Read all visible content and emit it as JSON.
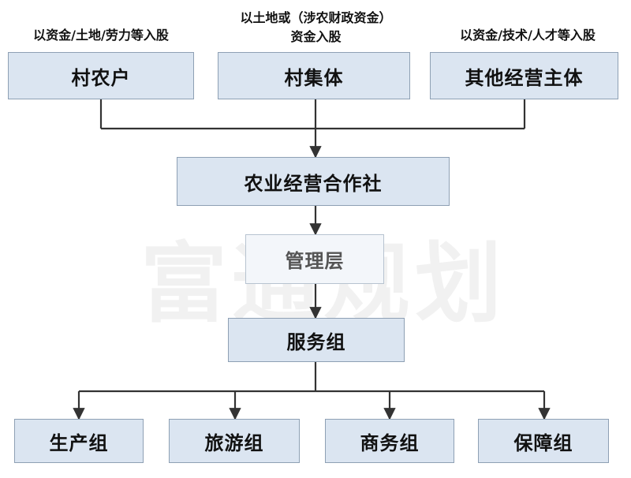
{
  "notes": {
    "farmers": "以资金/土地/劳力等入股",
    "collective_line1": "以土地或（涉农财政资金）",
    "collective_line2": "资金入股",
    "others": "以资金/技术/人才等入股"
  },
  "boxes": {
    "farmers": "村农户",
    "collective": "村集体",
    "others": "其他经营主体",
    "cooperative": "农业经营合作社",
    "management": "管理层",
    "service": "服务组",
    "production": "生产组",
    "tourism": "旅游组",
    "business": "商务组",
    "guarantee": "保障组"
  },
  "watermark": "富通规划",
  "colors": {
    "box_fill": "#dbe5f1",
    "box_border": "#8ea0b4",
    "line": "#333333"
  }
}
